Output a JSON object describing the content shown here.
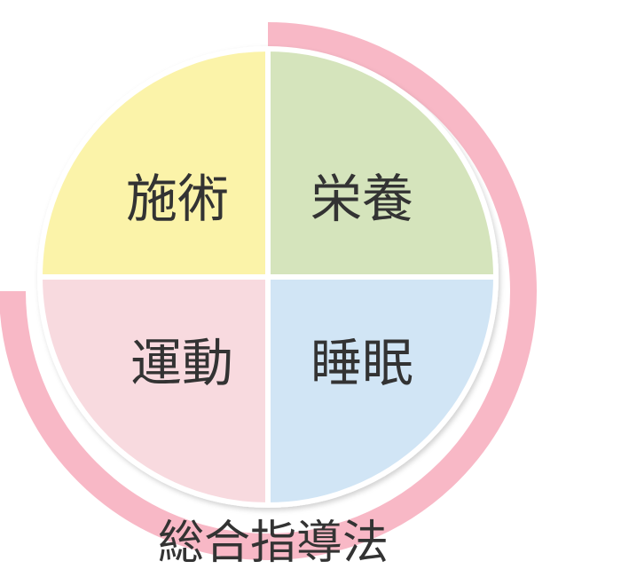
{
  "diagram": {
    "quadrants": [
      {
        "id": "top-left",
        "label": "施術",
        "color": "#FBF3A9"
      },
      {
        "id": "top-right",
        "label": "栄養",
        "color": "#D5E4BC"
      },
      {
        "id": "bottom-left",
        "label": "運動",
        "color": "#F8DADF"
      },
      {
        "id": "bottom-right",
        "label": "睡眠",
        "color": "#D1E5F5"
      }
    ],
    "ring_color": "#F8B8C6",
    "caption": "総合指導法"
  }
}
